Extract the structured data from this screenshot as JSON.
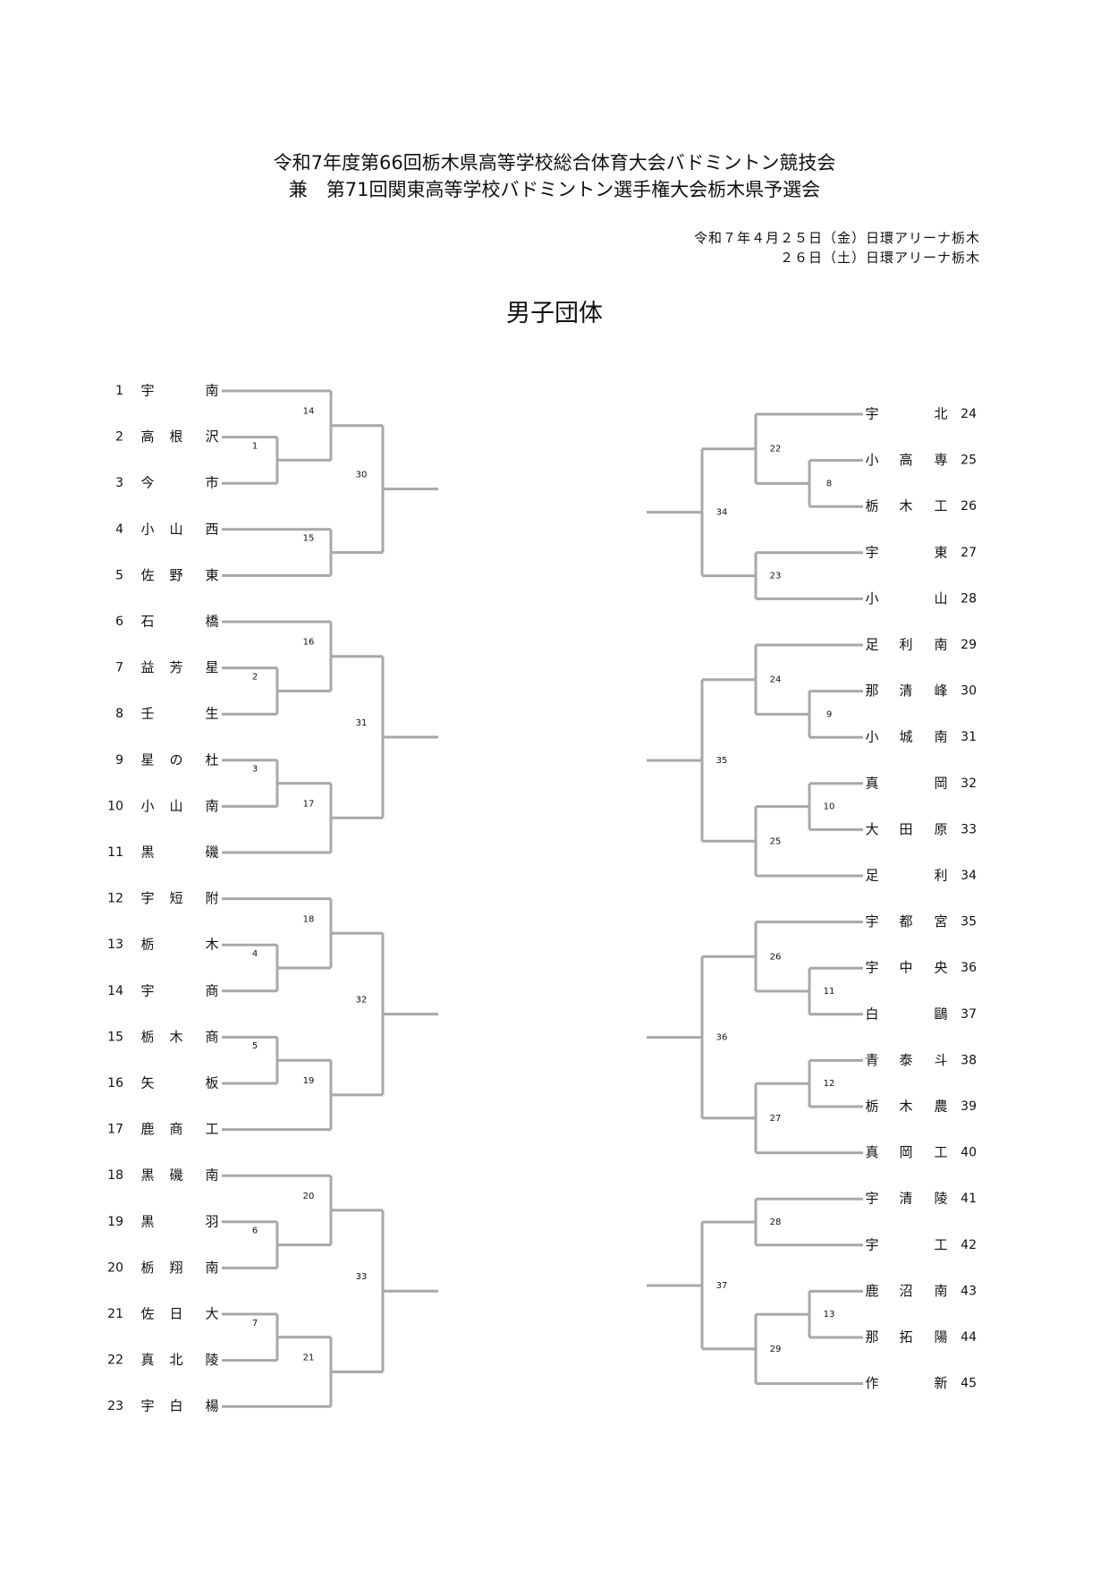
{
  "header": {
    "title_line1": "令和7年度第66回栃木県高等学校総合体育大会バドミントン競技会",
    "title_line2": "兼　第71回関東高等学校バドミントン選手権大会栃木県予選会",
    "date_line1": "令和７年４月２５日（金）日環アリーナ栃木",
    "date_line2": "２６日（土）日環アリーナ栃木",
    "event_title": "男子団体"
  },
  "left_teams": [
    {
      "no": "1",
      "name": [
        "宇",
        "",
        "南"
      ]
    },
    {
      "no": "2",
      "name": [
        "高",
        "根",
        "沢"
      ]
    },
    {
      "no": "3",
      "name": [
        "今",
        "",
        "市"
      ]
    },
    {
      "no": "4",
      "name": [
        "小",
        "山",
        "西"
      ]
    },
    {
      "no": "5",
      "name": [
        "佐",
        "野",
        "東"
      ]
    },
    {
      "no": "6",
      "name": [
        "石",
        "",
        "橋"
      ]
    },
    {
      "no": "7",
      "name": [
        "益",
        "芳",
        "星"
      ]
    },
    {
      "no": "8",
      "name": [
        "壬",
        "",
        "生"
      ]
    },
    {
      "no": "9",
      "name": [
        "星",
        "の",
        "杜"
      ]
    },
    {
      "no": "10",
      "name": [
        "小",
        "山",
        "南"
      ]
    },
    {
      "no": "11",
      "name": [
        "黒",
        "",
        "磯"
      ]
    },
    {
      "no": "12",
      "name": [
        "宇",
        "短",
        "附"
      ]
    },
    {
      "no": "13",
      "name": [
        "栃",
        "",
        "木"
      ]
    },
    {
      "no": "14",
      "name": [
        "宇",
        "",
        "商"
      ]
    },
    {
      "no": "15",
      "name": [
        "栃",
        "木",
        "商"
      ]
    },
    {
      "no": "16",
      "name": [
        "矢",
        "",
        "板"
      ]
    },
    {
      "no": "17",
      "name": [
        "鹿",
        "商",
        "工"
      ]
    },
    {
      "no": "18",
      "name": [
        "黒",
        "磯",
        "南"
      ]
    },
    {
      "no": "19",
      "name": [
        "黒",
        "",
        "羽"
      ]
    },
    {
      "no": "20",
      "name": [
        "栃",
        "翔",
        "南"
      ]
    },
    {
      "no": "21",
      "name": [
        "佐",
        "日",
        "大"
      ]
    },
    {
      "no": "22",
      "name": [
        "真",
        "北",
        "陵"
      ]
    },
    {
      "no": "23",
      "name": [
        "宇",
        "白",
        "楊"
      ]
    }
  ],
  "right_teams": [
    {
      "no": "24",
      "name": [
        "宇",
        "",
        "北"
      ]
    },
    {
      "no": "25",
      "name": [
        "小",
        "高",
        "専"
      ]
    },
    {
      "no": "26",
      "name": [
        "栃",
        "木",
        "工"
      ]
    },
    {
      "no": "27",
      "name": [
        "宇",
        "",
        "東"
      ]
    },
    {
      "no": "28",
      "name": [
        "小",
        "",
        "山"
      ]
    },
    {
      "no": "29",
      "name": [
        "足",
        "利",
        "南"
      ]
    },
    {
      "no": "30",
      "name": [
        "那",
        "清",
        "峰"
      ]
    },
    {
      "no": "31",
      "name": [
        "小",
        "城",
        "南"
      ]
    },
    {
      "no": "32",
      "name": [
        "真",
        "",
        "岡"
      ]
    },
    {
      "no": "33",
      "name": [
        "大",
        "田",
        "原"
      ]
    },
    {
      "no": "34",
      "name": [
        "足",
        "",
        "利"
      ]
    },
    {
      "no": "35",
      "name": [
        "宇",
        "都",
        "宮"
      ]
    },
    {
      "no": "36",
      "name": [
        "宇",
        "中",
        "央"
      ]
    },
    {
      "no": "37",
      "name": [
        "白",
        "",
        "鷗"
      ]
    },
    {
      "no": "38",
      "name": [
        "青",
        "泰",
        "斗"
      ]
    },
    {
      "no": "39",
      "name": [
        "栃",
        "木",
        "農"
      ]
    },
    {
      "no": "40",
      "name": [
        "真",
        "岡",
        "工"
      ]
    },
    {
      "no": "41",
      "name": [
        "宇",
        "清",
        "陵"
      ]
    },
    {
      "no": "42",
      "name": [
        "宇",
        "",
        "工"
      ]
    },
    {
      "no": "43",
      "name": [
        "鹿",
        "沼",
        "南"
      ]
    },
    {
      "no": "44",
      "name": [
        "那",
        "拓",
        "陽"
      ]
    },
    {
      "no": "45",
      "name": [
        "作",
        "",
        "新"
      ]
    }
  ],
  "left_groups": [
    {
      "r1": [
        {
          "label": "1",
          "pair": [
            1,
            2
          ]
        }
      ],
      "r2": [
        {
          "label": "14",
          "a": 0,
          "b": "m0"
        },
        {
          "label": "15",
          "a": 3,
          "b": 4
        }
      ],
      "final": "30"
    },
    {
      "r1": [
        {
          "label": "2",
          "pair": [
            1,
            2
          ]
        },
        {
          "label": "3",
          "pair": [
            3,
            4
          ]
        }
      ],
      "r2": [
        {
          "label": "16",
          "a": 0,
          "b": "m0"
        },
        {
          "label": "17",
          "a": "m1",
          "b": 5
        }
      ],
      "final": "31"
    },
    {
      "r1": [
        {
          "label": "4",
          "pair": [
            1,
            2
          ]
        },
        {
          "label": "5",
          "pair": [
            3,
            4
          ]
        }
      ],
      "r2": [
        {
          "label": "18",
          "a": 0,
          "b": "m0"
        },
        {
          "label": "19",
          "a": "m1",
          "b": 5
        }
      ],
      "final": "32"
    },
    {
      "r1": [
        {
          "label": "6",
          "pair": [
            1,
            2
          ]
        },
        {
          "label": "7",
          "pair": [
            3,
            4
          ]
        }
      ],
      "r2": [
        {
          "label": "20",
          "a": 0,
          "b": "m0"
        },
        {
          "label": "21",
          "a": "m1",
          "b": 5
        }
      ],
      "final": "33"
    }
  ],
  "right_groups": [
    {
      "start": 0,
      "size": 5,
      "r1": [
        {
          "label": "8",
          "pair": [
            1,
            2
          ]
        }
      ],
      "r2": [
        {
          "label": "22",
          "a": 0,
          "b": "m0"
        },
        {
          "label": "23",
          "a": 3,
          "b": 4
        }
      ],
      "final": "34"
    },
    {
      "start": 5,
      "size": 6,
      "r1": [
        {
          "label": "9",
          "pair": [
            1,
            2
          ]
        },
        {
          "label": "10",
          "pair": [
            3,
            4
          ]
        }
      ],
      "r2": [
        {
          "label": "24",
          "a": 0,
          "b": "m0"
        },
        {
          "label": "25",
          "a": "m1",
          "b": 5
        }
      ],
      "final": "35"
    },
    {
      "start": 11,
      "size": 6,
      "r1": [
        {
          "label": "11",
          "pair": [
            1,
            2
          ]
        },
        {
          "label": "12",
          "pair": [
            3,
            4
          ]
        }
      ],
      "r2": [
        {
          "label": "26",
          "a": 0,
          "b": "m0"
        },
        {
          "label": "27",
          "a": "m1",
          "b": 5
        }
      ],
      "final": "36"
    },
    {
      "start": 17,
      "size": 5,
      "r1": [
        {
          "label": "13",
          "pair": [
            2,
            3
          ]
        }
      ],
      "r2": [
        {
          "label": "28",
          "a": 0,
          "b": 1
        },
        {
          "label": "29",
          "a": "m0",
          "b": 4
        }
      ],
      "final": "37"
    }
  ]
}
